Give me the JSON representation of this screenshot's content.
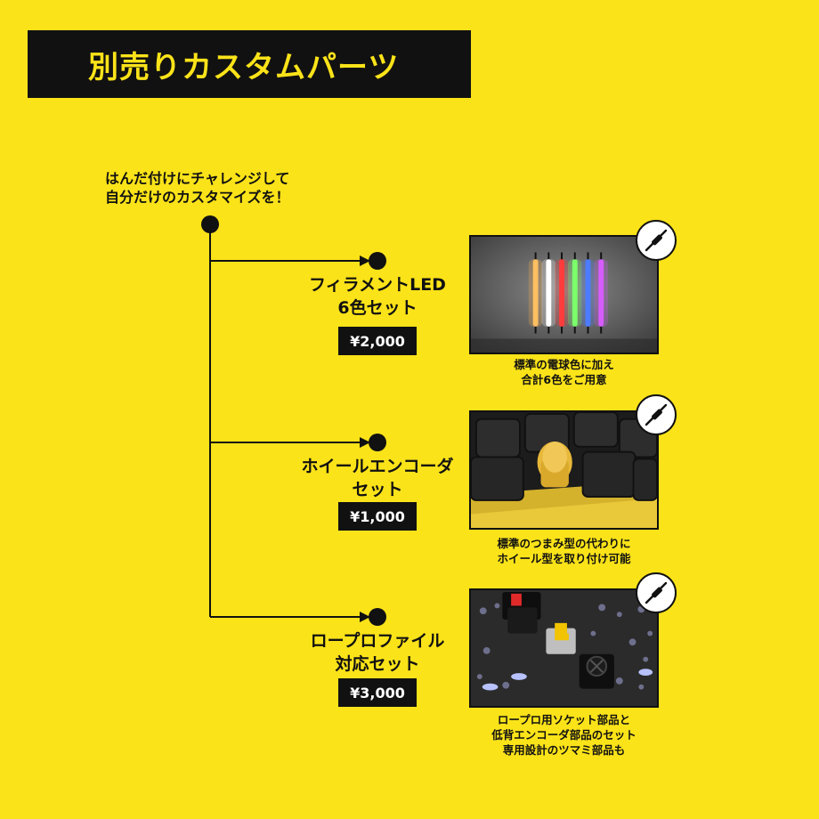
{
  "header": {
    "title": "別売りカスタムパーツ"
  },
  "intro": {
    "line1": "はんだ付けにチャレンジして",
    "line2": "自分だけのカスタマイズを！"
  },
  "colors": {
    "background": "#FBE319",
    "banner": "#111111",
    "banner_text": "#FBE319",
    "price_bg": "#111111",
    "price_text": "#FFFFFF"
  },
  "items": [
    {
      "name_line1": "フィラメントLED",
      "name_line2": "6色セット",
      "price": "¥2,000",
      "caption_line1": "標準の電球色に加え",
      "caption_line2": "合計6色をご用意",
      "caption_line3": "",
      "badge_icon": "soldering-iron-icon"
    },
    {
      "name_line1": "ホイールエンコーダ",
      "name_line2": "セット",
      "price": "¥1,000",
      "caption_line1": "標準のつまみ型の代わりに",
      "caption_line2": "ホイール型を取り付け可能",
      "caption_line3": "",
      "badge_icon": "soldering-iron-icon"
    },
    {
      "name_line1": "ロープロファイル",
      "name_line2": "対応セット",
      "price": "¥3,000",
      "caption_line1": "ロープロ用ソケット部品と",
      "caption_line2": "低背エンコーダ部品のセット",
      "caption_line3": "専用設計のツマミ部品も",
      "badge_icon": "soldering-iron-icon"
    }
  ]
}
